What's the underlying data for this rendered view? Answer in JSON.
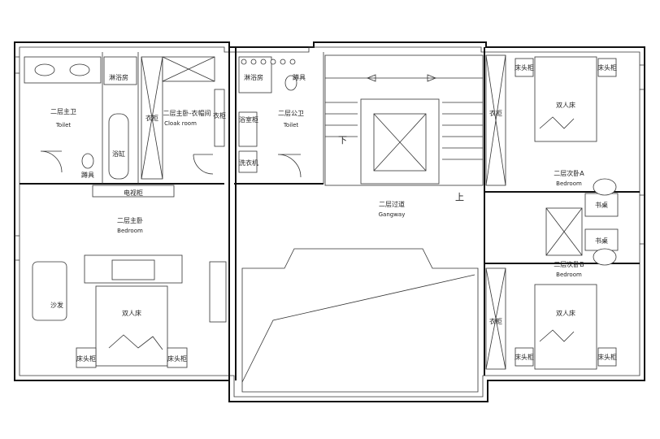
{
  "rooms": {
    "master_bath": {
      "zh": "二层主卫",
      "en": "Toilet",
      "toilet": "蹲具",
      "shower": "淋浴房",
      "tub": "浴缸"
    },
    "cloak": {
      "zh": "二层主卧-衣帽间",
      "en": "Cloak room",
      "wardrobe": "衣柜",
      "wardrobe2": "衣柜"
    },
    "public_bath": {
      "zh": "二层公卫",
      "en": "Toilet",
      "shower": "淋浴房",
      "toilet": "蹲具",
      "vanity": "浴室柜",
      "washer": "洗衣机"
    },
    "master_bed": {
      "zh": "二层主卧",
      "en": "Bedroom",
      "tv": "电视柜",
      "bed": "双人床",
      "sofa": "沙发",
      "night_l": "床头柜",
      "night_r": "床头柜"
    },
    "gangway": {
      "zh": "二层过道",
      "en": "Gangway",
      "down": "下",
      "up": "上"
    },
    "bed_a": {
      "zh": "二层次卧A",
      "en": "Bedroom",
      "bed": "双人床",
      "wardrobe": "衣柜",
      "desk": "书桌",
      "night_l": "床头柜",
      "night_r": "床头柜"
    },
    "bed_b": {
      "zh": "二层次卧B",
      "en": "Bedroom",
      "bed": "双人床",
      "wardrobe": "衣柜",
      "desk": "书桌",
      "night_l": "床头柜",
      "night_r": "床头柜"
    }
  }
}
